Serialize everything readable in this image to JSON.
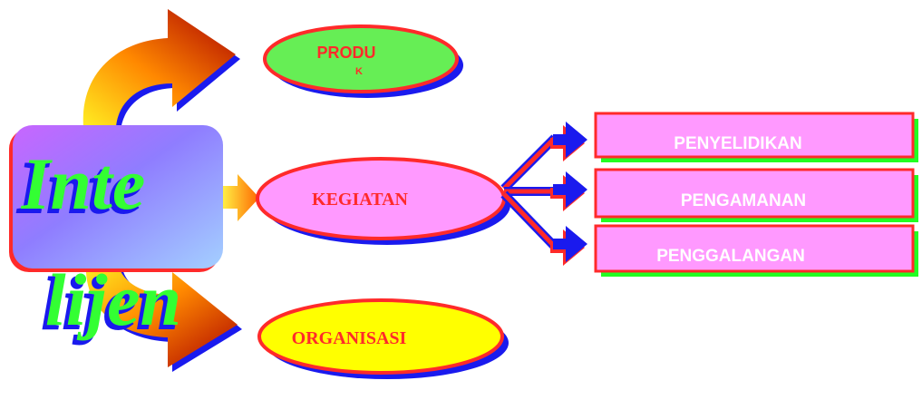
{
  "center": {
    "word_line1": "Inte",
    "word_line2": "lijen"
  },
  "ellipses": {
    "produk": "PRODU",
    "produk_cut": "K",
    "kegiatan": "KEGIATAN",
    "organisasi": "ORGANISASI"
  },
  "boxes": [
    "PENYELIDIKAN",
    "PENGAMANAN",
    "PENGGALANGAN"
  ],
  "colors": {
    "produk_fill": "#66ee55",
    "kegiatan_fill": "#ff99ff",
    "organisasi_fill": "#ffff00",
    "box_fill": "#ff99ff",
    "outline_red": "#ff2a2a",
    "shadow_blue": "#1a1aee",
    "shadow_green": "#22ff22",
    "word_green": "#33ff33"
  }
}
